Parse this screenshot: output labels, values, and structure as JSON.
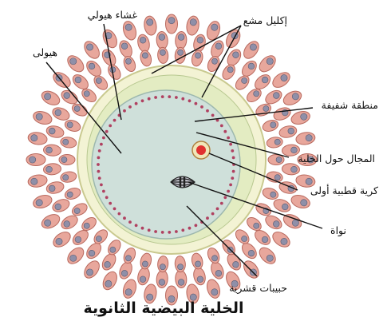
{
  "diagram": {
    "title": "الخلية البيضية الثانوية",
    "labels": {
      "corona_radiata": "إكليل مشع",
      "vitelline_membrane": "غشاء هيولي",
      "cytoplasm": "هيولى",
      "zona_pellucida": "منطقة شفيفة",
      "perivitelline_space": "المجال حول الخلية",
      "polar_body": "كرية قطبية أولى",
      "nucleus": "نواة",
      "cortical_granules": "حبيبات قشرية"
    }
  },
  "colors": {
    "corona_cell_fill": "#e8a79c",
    "corona_cell_stroke": "#b8695e",
    "corona_nucleus_fill": "#8f8fa8",
    "zona_fill": "#f3f3d4",
    "zona_stroke": "#c9c98f",
    "perivitelline_fill": "#e3ecc2",
    "cytoplasm_fill": "#cfe0da",
    "granule_fill": "#b04060",
    "polar_body_fill": "#e03030"
  }
}
